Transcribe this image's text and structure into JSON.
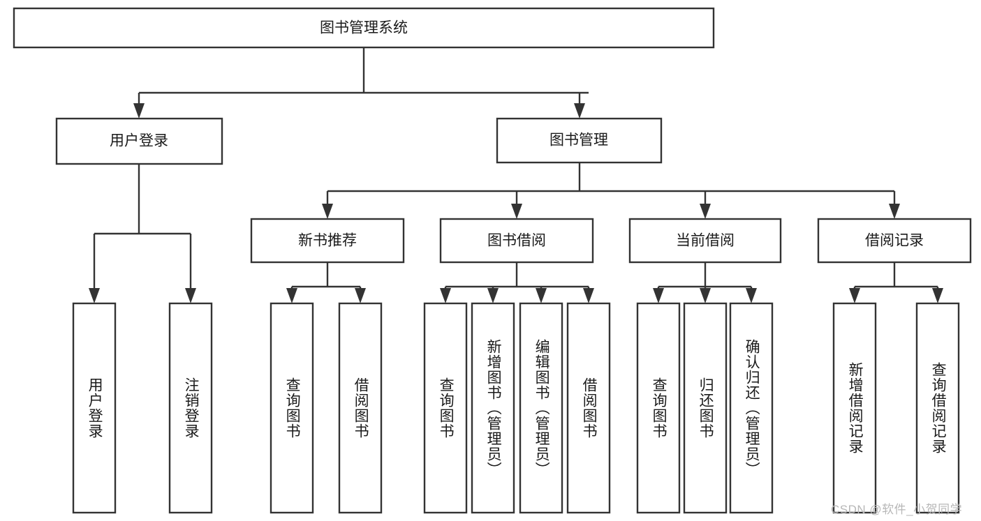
{
  "diagram": {
    "title": "图书管理系统",
    "type": "tree-hierarchy",
    "watermark": "CSDN @软件_小贺同学",
    "colors": {
      "stroke": "#333333",
      "box_fill": "#ffffff",
      "text": "#1a1a1a",
      "background": "#ffffff",
      "watermark": "#b7b7b7"
    },
    "root": {
      "label": "图书管理系统"
    },
    "level2": [
      {
        "label": "用户登录"
      },
      {
        "label": "图书管理"
      }
    ],
    "level3": [
      {
        "label": "新书推荐"
      },
      {
        "label": "图书借阅"
      },
      {
        "label": "当前借阅"
      },
      {
        "label": "借阅记录"
      }
    ],
    "leaves": {
      "user_login": [
        {
          "label": "用户登录"
        },
        {
          "label": "注销登录"
        }
      ],
      "new_book": [
        {
          "label": "查询图书"
        },
        {
          "label": "借阅图书"
        }
      ],
      "book_borrow": [
        {
          "label": "查询图书"
        },
        {
          "label": "新增图书（管理员）"
        },
        {
          "label": "编辑图书（管理员）"
        },
        {
          "label": "借阅图书"
        }
      ],
      "current_borrow": [
        {
          "label": "查询图书"
        },
        {
          "label": "归还图书"
        },
        {
          "label": "确认归还（管理员）"
        }
      ],
      "borrow_record": [
        {
          "label": "新增借阅记录"
        },
        {
          "label": "查询借阅记录"
        }
      ]
    }
  }
}
